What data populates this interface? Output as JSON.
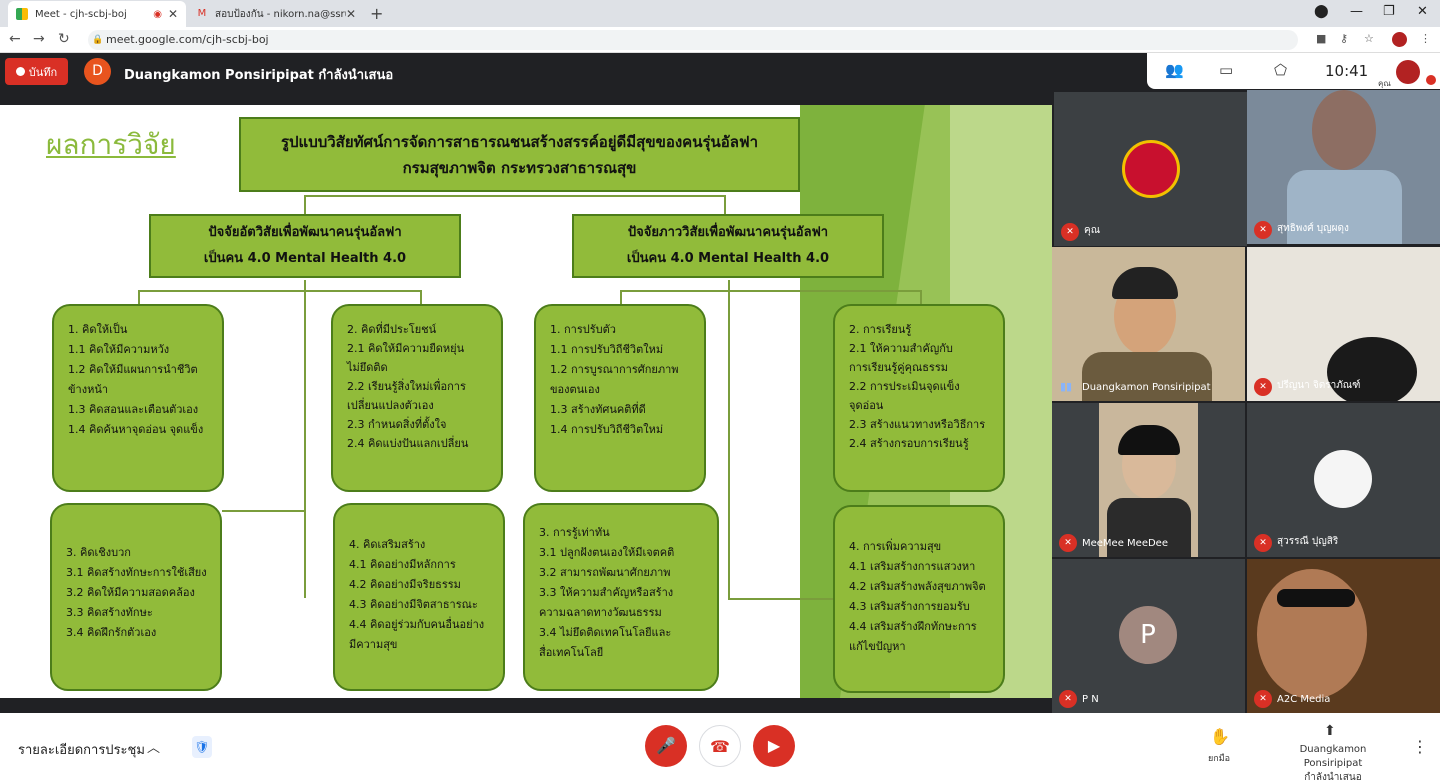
{
  "browser": {
    "tabs": [
      {
        "title": "Meet - cjh-scbj-boj",
        "icon": "google-meet-icon"
      },
      {
        "title": "สอบป้องกัน - nikorn.na@ssru.ac.th",
        "icon": "gmail-icon"
      }
    ],
    "new_tab": "+",
    "url": "meet.google.com/cjh-scbj-boj"
  },
  "meet": {
    "record_label": "บันทึก",
    "presenter_initial": "D",
    "presenter_banner": "Duangkamon Ponsiripipat กำลังนำเสนอ",
    "time": "10:41",
    "me_label": "คุณ"
  },
  "slide": {
    "heading": "ผลการวิจัย",
    "root": [
      "รูปแบบวิสัยทัศน์การจัดการสาธารณชนสร้างสรรค์อยู่ดีมีสุขของคนรุ่นอัลฟา",
      "กรมสุขภาพจิต กระทรวงสาธารณสุข"
    ],
    "branch_left": [
      "ปัจจัยอัตวิสัยเพื่อพัฒนาคนรุ่นอัลฟา",
      "เป็นคน 4.0 Mental Health 4.0"
    ],
    "branch_right": [
      "ปัจจัยภาววิสัยเพื่อพัฒนาคนรุ่นอัลฟา",
      "เป็นคน 4.0 Mental Health 4.0"
    ],
    "leaves": [
      [
        "1. คิดให้เป็น",
        "1.1 คิดให้มีความหวัง",
        "1.2 คิดให้มีแผนการนำชีวิต",
        "     ข้างหน้า",
        "1.3 คิดสอนและเตือนตัวเอง",
        "1.4 คิดค้นหาจุดอ่อน จุดแข็ง"
      ],
      [
        "2. คิดที่มีประโยชน์",
        "2.1 คิดให้มีความยืดหยุ่น",
        "     ไม่ยึดติด",
        "2.2 เรียนรู้สิ่งใหม่เพื่อการ",
        "     เปลี่ยนแปลงตัวเอง",
        "2.3 กำหนดสิ่งที่ตั้งใจ",
        "2.4 คิดแบ่งปันแลกเปลี่ยน"
      ],
      [
        "1. การปรับตัว",
        "1.1 การปรับวิถีชีวิตใหม่",
        "1.2 การบูรณาการศักยภาพ",
        "     ของตนเอง",
        "1.3 สร้างทัศนคติที่ดี",
        "1.4 การปรับวิถีชีวิตใหม่"
      ],
      [
        "2. การเรียนรู้",
        "2.1 ให้ความสำคัญกับ",
        "     การเรียนรู้คู่คุณธรรม",
        "2.2 การประเมินจุดแข็ง",
        "     จุดอ่อน",
        "2.3 สร้างแนวทางหรือวิธีการ",
        "2.4 สร้างกรอบการเรียนรู้"
      ],
      [
        "3. คิดเชิงบวก",
        "3.1 คิดสร้างทักษะการใช้เสียง",
        "3.2 คิดให้มีความสอดคล้อง",
        "3.3 คิดสร้างทักษะ",
        "3.4 คิดฝึกรักตัวเอง"
      ],
      [
        "4. คิดเสริมสร้าง",
        "4.1 คิดอย่างมีหลักการ",
        "4.2 คิดอย่างมีจริยธรรม",
        "4.3 คิดอย่างมีจิตสาธารณะ",
        "4.4 คิดอยู่ร่วมกับคนอื่นอย่าง",
        "     มีความสุข"
      ],
      [
        "3. การรู้เท่าทัน",
        "3.1 ปลูกฝังตนเองให้มีเจตคติ",
        "3.2 สามารถพัฒนาศักยภาพ",
        "3.3 ให้ความสำคัญหรือสร้าง",
        "     ความฉลาดทางวัฒนธรรม",
        "3.4 ไม่ยึดติดเทคโนโลยีและ",
        "     สื่อเทคโนโลยี"
      ],
      [
        "4. การเพิ่มความสุข",
        "4.1 เสริมสร้างการแสวงหา",
        "4.2 เสริมสร้างพลังสุขภาพจิต",
        "4.3 เสริมสร้างการยอมรับ",
        "4.4 เสริมสร้างฝึกทักษะการ",
        "     แก้ไขปัญหา"
      ]
    ]
  },
  "participants": [
    {
      "name": "คุณ",
      "kind": "logo",
      "muted": true
    },
    {
      "name": "สุทธิพงศ์ บุญผดุง",
      "kind": "video",
      "muted": true
    },
    {
      "name": "Duangkamon Ponsiripipat",
      "kind": "video",
      "speaking": true
    },
    {
      "name": "ปรีญนา จิตราภัณฑ์",
      "kind": "video",
      "muted": true
    },
    {
      "name": "MeeMee MeeDee",
      "kind": "video",
      "muted": true
    },
    {
      "name": "สุวรรณี ปุญสิริ",
      "kind": "avatar",
      "muted": true
    },
    {
      "name": "P N",
      "kind": "initial",
      "initial": "P",
      "muted": true
    },
    {
      "name": "A2C Media",
      "kind": "video",
      "muted": true
    }
  ],
  "bottom": {
    "meeting_details": "รายละเอียดการประชุม",
    "raise_hand": "ยกมือ",
    "presenting_line1": "Duangkamon Ponsiripipat",
    "presenting_line2": "กำลังนำเสนอ"
  },
  "colors": {
    "record_red": "#d93025",
    "slide_green": "#91bb3a",
    "meet_dark": "#202124"
  }
}
